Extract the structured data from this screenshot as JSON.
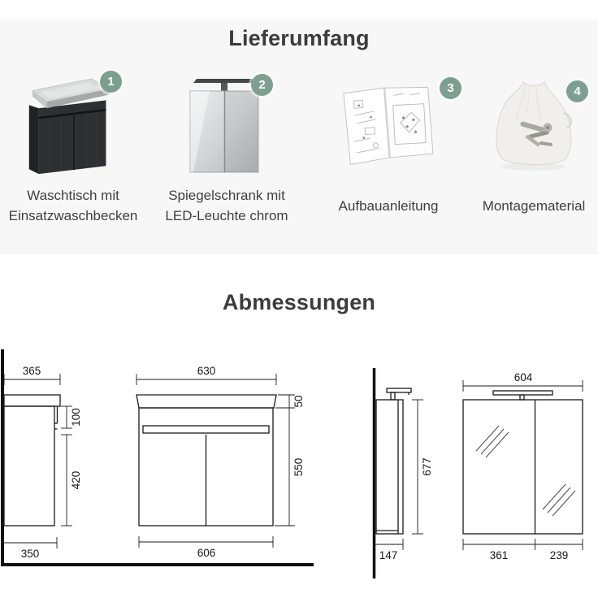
{
  "delivery": {
    "title": "Lieferumfang",
    "badge_color": "#7d9f90",
    "items": [
      {
        "number": "1",
        "label_line1": "Waschtisch mit",
        "label_line2": "Einsatzwaschbecken",
        "image": "vanity-with-inset-basin"
      },
      {
        "number": "2",
        "label_line1": "Spiegelschrank mit",
        "label_line2": "LED-Leuchte chrom",
        "image": "mirror-cabinet-with-led-light"
      },
      {
        "number": "3",
        "label_line1": "Aufbauanleitung",
        "label_line2": "",
        "image": "assembly-instructions-booklet"
      },
      {
        "number": "4",
        "label_line1": "Montagematerial",
        "label_line2": "",
        "image": "mounting-hardware-bag"
      }
    ]
  },
  "dimensions": {
    "title": "Abmessungen",
    "vanity_side": {
      "width_top": "365",
      "upper_height": "100",
      "lower_height": "420",
      "depth_bottom": "350"
    },
    "vanity_front": {
      "width_top": "630",
      "top_height": "50",
      "body_height": "550",
      "width_bottom": "606"
    },
    "mirror_side": {
      "height": "677",
      "depth": "147"
    },
    "mirror_front": {
      "width_top": "604",
      "left_door_width": "361",
      "right_door_width": "239"
    }
  }
}
